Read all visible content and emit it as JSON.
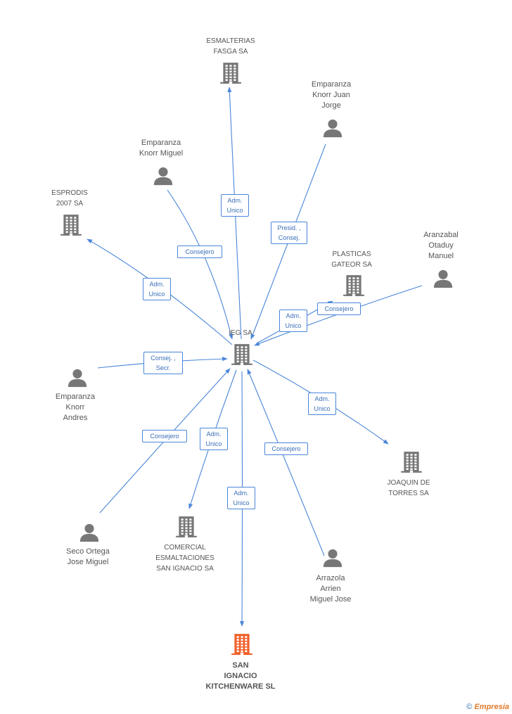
{
  "nodes": {
    "esmalterias": {
      "label_lines": [
        "ESMALTERIAS",
        "FASGA SA"
      ],
      "kind": "company"
    },
    "emp_juan": {
      "label_lines": [
        "Emparanza",
        "Knorr Juan",
        "Jorge"
      ],
      "kind": "person"
    },
    "emp_miguel": {
      "label_lines": [
        "Emparanza",
        "Knorr Miguel"
      ],
      "kind": "person"
    },
    "esprodis": {
      "label_lines": [
        "ESPRODIS",
        "2007 SA"
      ],
      "kind": "company"
    },
    "aranzabal": {
      "label_lines": [
        "Aranzabal",
        "Otaduy",
        "Manuel"
      ],
      "kind": "person"
    },
    "plasticas": {
      "label_lines": [
        "PLASTICAS",
        "GATEOR SA"
      ],
      "kind": "company"
    },
    "ieg": {
      "label_lines": [
        "IEG SA"
      ],
      "kind": "company"
    },
    "emp_andres": {
      "label_lines": [
        "Emparanza",
        "Knorr",
        "Andres"
      ],
      "kind": "person"
    },
    "joaquin": {
      "label_lines": [
        "JOAQUIN DE",
        "TORRES SA"
      ],
      "kind": "company"
    },
    "seco": {
      "label_lines": [
        "Seco Ortega",
        "Jose Miguel"
      ],
      "kind": "person"
    },
    "comercial": {
      "label_lines": [
        "COMERCIAL",
        "ESMALTACIONES",
        "SAN IGNACIO SA"
      ],
      "kind": "company"
    },
    "arrazola": {
      "label_lines": [
        "Arrazola",
        "Arrien",
        "Miguel Jose"
      ],
      "kind": "person"
    },
    "san_ignacio": {
      "label_lines": [
        "SAN",
        "IGNACIO",
        "KITCHENWARE SL"
      ],
      "kind": "focus"
    }
  },
  "edges": [
    {
      "from": "ieg",
      "to": "esmalterias",
      "label_lines": [
        "Adm.",
        "Unico"
      ]
    },
    {
      "from": "emp_juan",
      "to": "ieg",
      "label_lines": [
        "Presid. ,",
        "Consej."
      ]
    },
    {
      "from": "emp_miguel",
      "to": "ieg",
      "label_lines": [
        "Consejero"
      ]
    },
    {
      "from": "ieg",
      "to": "esprodis",
      "label_lines": [
        "Adm.",
        "Unico"
      ]
    },
    {
      "from": "aranzabal",
      "to": "ieg",
      "label_lines": [
        "Consejero"
      ]
    },
    {
      "from": "ieg",
      "to": "plasticas",
      "label_lines": [
        "Adm.",
        "Unico"
      ]
    },
    {
      "from": "emp_andres",
      "to": "ieg",
      "label_lines": [
        "Consej. ,",
        "Secr."
      ]
    },
    {
      "from": "ieg",
      "to": "joaquin",
      "label_lines": [
        "Adm.",
        "Unico"
      ]
    },
    {
      "from": "seco",
      "to": "ieg",
      "label_lines": [
        "Consejero"
      ]
    },
    {
      "from": "ieg",
      "to": "comercial",
      "label_lines": [
        "Adm.",
        "Unico"
      ]
    },
    {
      "from": "arrazola",
      "to": "ieg",
      "label_lines": [
        "Consejero"
      ]
    },
    {
      "from": "ieg",
      "to": "san_ignacio",
      "label_lines": [
        "Adm.",
        "Unico"
      ]
    }
  ],
  "colors": {
    "edge": "#4a86d9",
    "icon": "#777777",
    "focus_icon": "#f0602a",
    "label_text": "#555555",
    "edge_label_text": "#3a6fb8"
  },
  "brand": {
    "copyright": "©",
    "name": "Empresia"
  }
}
